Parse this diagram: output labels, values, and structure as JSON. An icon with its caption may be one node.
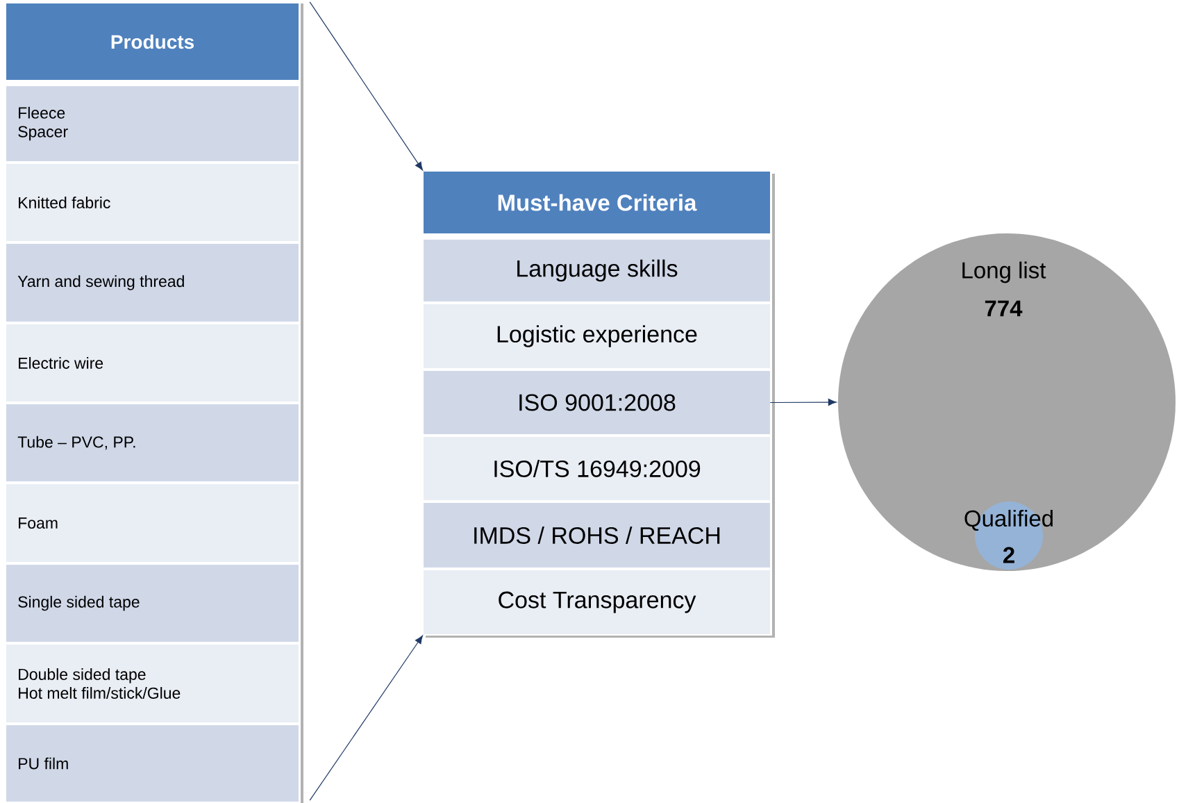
{
  "diagram": {
    "nodes": [
      {
        "text": [
          "Products"
        ]
      },
      {
        "text": [
          "Fleece",
          "Spacer"
        ]
      },
      {
        "text": [
          "Knitted fabric"
        ]
      },
      {
        "text": [
          "Yarn and sewing thread"
        ]
      },
      {
        "text": [
          "Electric wire"
        ]
      },
      {
        "text": [
          "Tube – PVC, PP."
        ]
      },
      {
        "text": [
          "Foam"
        ]
      },
      {
        "text": [
          "Single sided tape"
        ]
      },
      {
        "text": [
          "Double sided tape",
          "Hot melt film/stick/Glue"
        ]
      },
      {
        "text": [
          "PU film"
        ]
      },
      {
        "text": [
          "Must-have Criteria"
        ]
      },
      {
        "text": [
          "Language skills"
        ]
      },
      {
        "text": [
          "Logistic experience"
        ]
      },
      {
        "text": [
          "ISO 9001:2008"
        ]
      },
      {
        "text": [
          "ISO/TS 16949:2009"
        ]
      },
      {
        "text": [
          "IMDS / ROHS / REACH"
        ]
      },
      {
        "text": [
          "Cost Transparency"
        ]
      },
      {
        "text": [
          "Long list",
          "774"
        ]
      },
      {
        "text": [
          "Qualified",
          "2"
        ],
        "in": 17
      }
    ],
    "edges": [
      {
        "from": 0,
        "to": 10,
        "arrow": "to"
      },
      {
        "from": 9,
        "to": 16,
        "arrow": "to"
      },
      {
        "from": 13,
        "to": 17,
        "arrow": "to"
      }
    ]
  }
}
